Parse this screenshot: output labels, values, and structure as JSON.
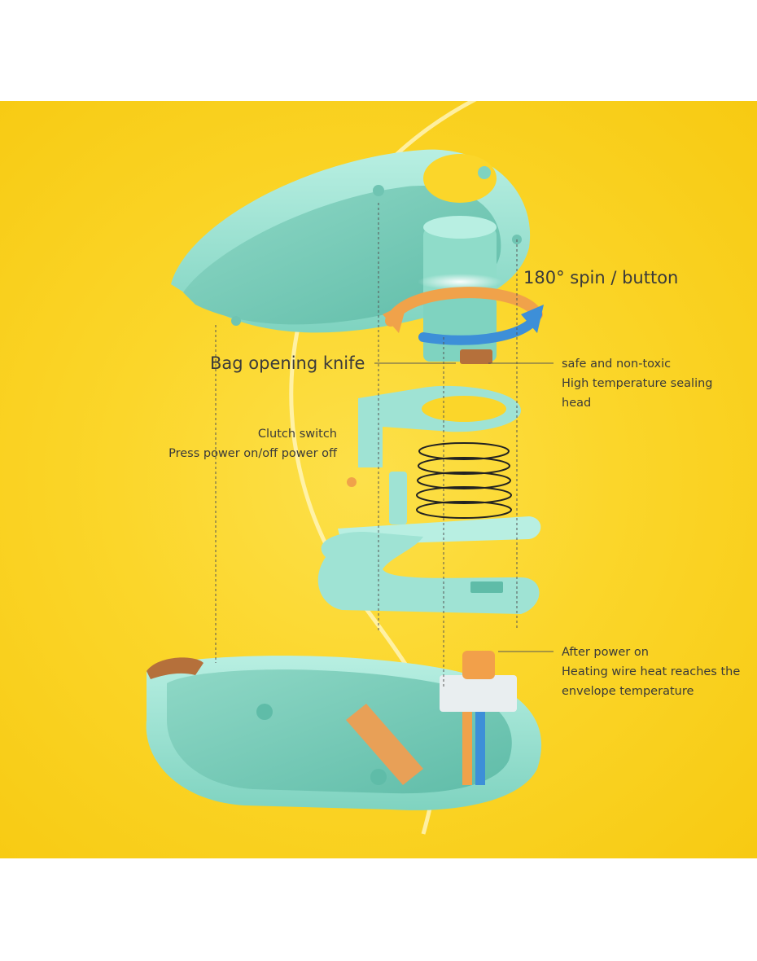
{
  "labels": {
    "spin": "180° spin / button",
    "knife": "Bag opening knife",
    "sealing": [
      "safe and non-toxic",
      "High temperature sealing",
      "head"
    ],
    "clutch": [
      "Clutch switch",
      "Press power on/off power off"
    ],
    "heating": [
      "After power on",
      "Heating wire heat reaches the",
      "envelope temperature"
    ]
  },
  "colors": {
    "background": "#fbd62a",
    "body": "#9fe3d4",
    "body_dark": "#6fc4b2",
    "arrow_orange": "#f0a24a",
    "arrow_blue": "#3d8fd8",
    "knife_brown": "#b5703b"
  }
}
